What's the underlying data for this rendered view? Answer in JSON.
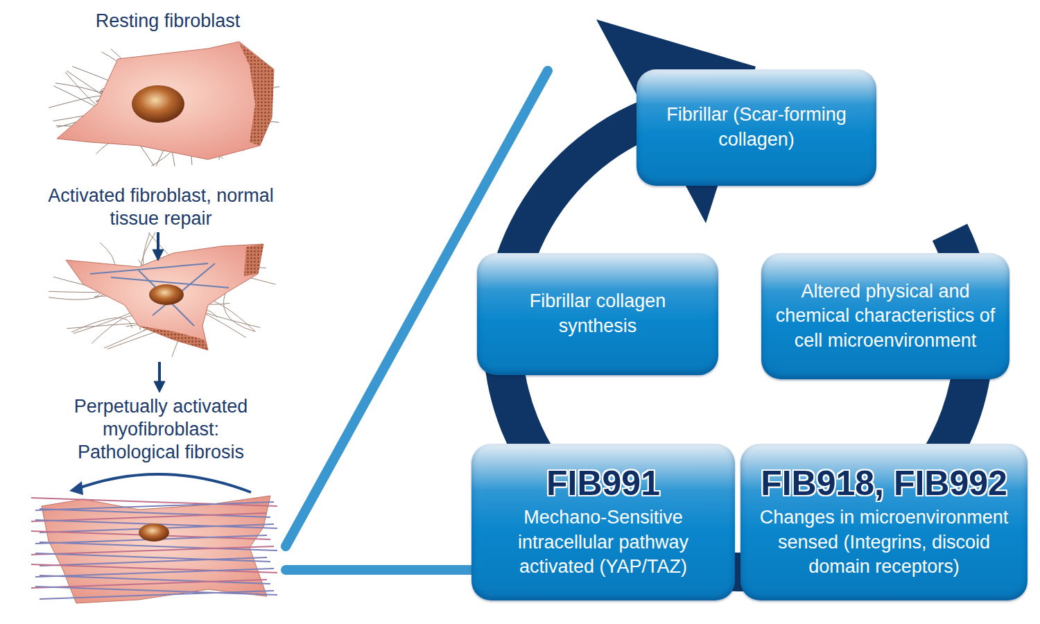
{
  "diagram": {
    "nodes": [
      {
        "text": [
          "Fibrillar (Scar-forming collagen)"
        ]
      },
      {
        "text": [
          "Fibrillar collagen synthesis"
        ]
      },
      {
        "text": [
          "Altered physical and chemical characteristics of cell microenvironment"
        ]
      },
      {
        "text": [
          "FIB991",
          "Mechano-Sensitive intracellular pathway activated (YAP/TAZ)"
        ]
      },
      {
        "text": [
          "FIB918, FIB992",
          "Changes in microenvironment sensed (Integrins, discoid domain receptors)"
        ]
      }
    ],
    "labels": [
      "Resting fibroblast",
      "Activated fibroblast, normal tissue repair",
      "Perpetually activated myofibroblast: Pathological fibrosis"
    ]
  }
}
